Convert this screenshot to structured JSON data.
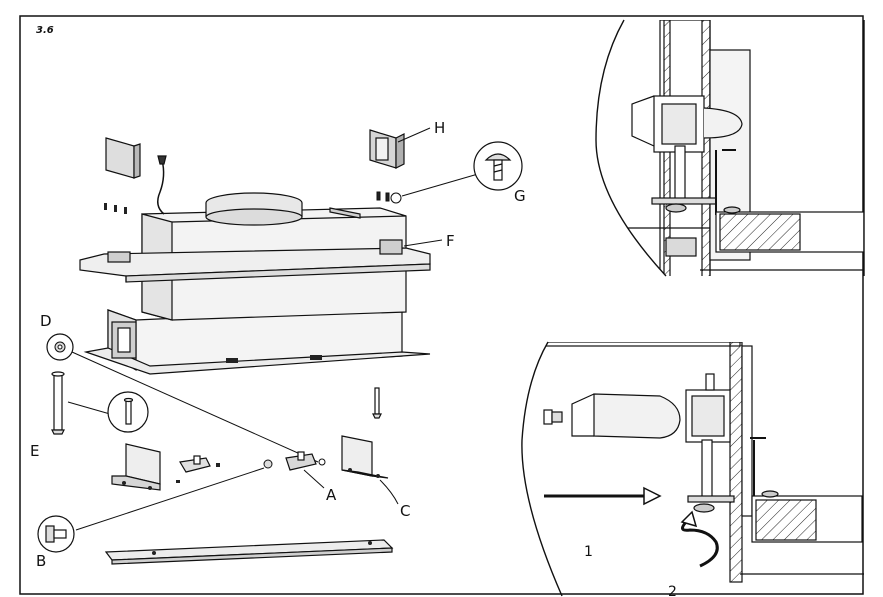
{
  "section": "3.6",
  "labels": {
    "A": "A",
    "B": "B",
    "C": "C",
    "D": "D",
    "E": "E",
    "F": "F",
    "G": "G",
    "H": "H"
  },
  "steps": {
    "one": "1",
    "two": "2"
  },
  "colors": {
    "ink": "#111111",
    "panel": "#f3f3f3",
    "shade": "#d8d8d8"
  }
}
